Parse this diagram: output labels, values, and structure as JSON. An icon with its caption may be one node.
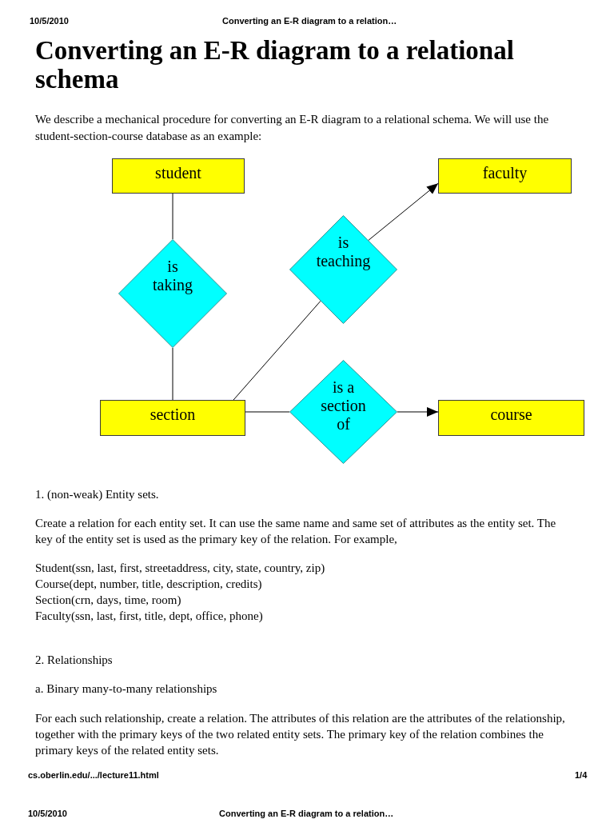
{
  "diagram": {
    "title": "Converting an E-R diagram to a relational schema",
    "nodes": [
      {
        "text": [
          "student"
        ]
      },
      {
        "text": [
          "faculty"
        ]
      },
      {
        "text": [
          "is taking"
        ]
      },
      {
        "text": [
          "is teaching"
        ]
      },
      {
        "text": [
          "section"
        ]
      },
      {
        "text": [
          "is a section of"
        ]
      },
      {
        "text": [
          "course"
        ]
      }
    ],
    "edges": [
      {
        "from": 0,
        "to": 2,
        "arrow": "none"
      },
      {
        "from": 2,
        "to": 4,
        "arrow": "none"
      },
      {
        "from": 4,
        "to": 3,
        "arrow": "none"
      },
      {
        "from": 3,
        "to": 1,
        "arrow": "to"
      },
      {
        "from": 4,
        "to": 5,
        "arrow": "none"
      },
      {
        "from": 5,
        "to": 6,
        "arrow": "to"
      }
    ],
    "labels": [
      "10/5/2010",
      "Converting an E-R diagram to a relation…",
      "We describe a mechanical procedure for converting an E-R diagram to a relational schema. We will use the student-section-course database as an example:",
      "1. (non-weak) Entity sets.",
      "Create a relation for each entity set. It can use the same name and same set of attributes as the entity set. The key of the entity set is used as the primary key of the relation. For example,",
      "Student(ssn, last, first, streetaddress, city, state, country, zip)",
      "Course(dept, number, title, description, credits)",
      "Section(crn, days, time, room)",
      "Faculty(ssn, last, first, title, dept, office, phone)",
      "2. Relationships",
      "a. Binary many-to-many relationships",
      "For each such relationship, create a relation. The attributes of this relation are the attributes of the relationship, together with the primary keys of the two related entity sets. The primary key of the relation combines the primary keys of the related entity sets.",
      "cs.oberlin.edu/.../lecture11.html",
      "1/4",
      "10/5/2010",
      "Converting an E-R diagram to a relation…"
    ]
  }
}
